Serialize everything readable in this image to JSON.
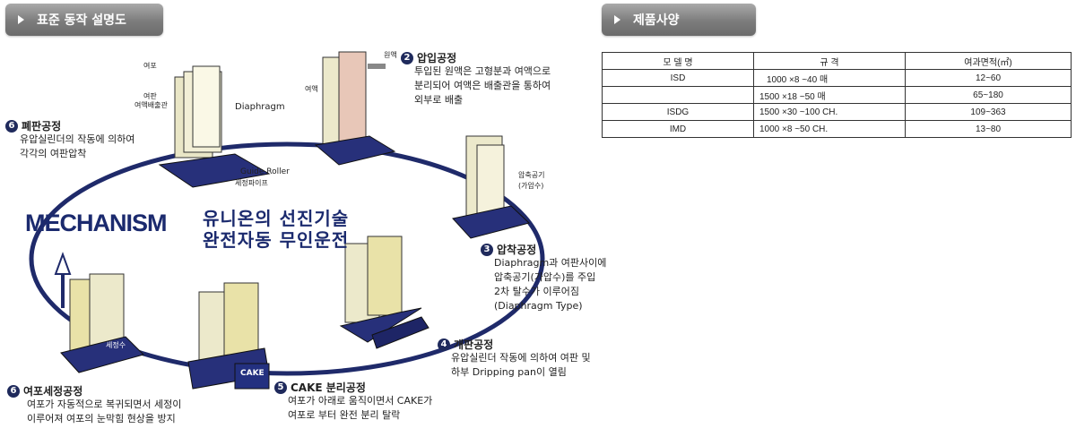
{
  "left_header": {
    "title": "표준 동작 설명도"
  },
  "right_header": {
    "title": "제품사양"
  },
  "mechanism": {
    "title": "MECHANISM",
    "slogan_line1": "유니온의 선진기술",
    "slogan_line2": "완전자동 무인운전"
  },
  "labels": {
    "yeopo": "여포",
    "yeopan": "여판",
    "yeoaekbaechulgwan": "여액배출관",
    "diaphragm": "Diaphragm",
    "guide_roller": "Guide Roller",
    "sejeong_pipe": "세정파이프",
    "wonaek": "원액",
    "yeoaek": "여액",
    "compressed_air_line1": "압축공기",
    "compressed_air_line2": "(가압수)",
    "sejeongsu": "세정수",
    "cake": "CAKE"
  },
  "steps": [
    {
      "num": "2",
      "title": "압입공정",
      "lines": [
        "투입된 원액은 고형분과 여액으로",
        "분리되어 여액은 배출관을 통하여",
        "외부로 배출"
      ]
    },
    {
      "num": "3",
      "title": "압착공정",
      "lines": [
        "Diaphragm과 여판사이에",
        "압축공기(가압수)를 주입",
        "2차 탈수가 이루어짐",
        "(Diaphragm Type)"
      ]
    },
    {
      "num": "4",
      "title": "개판공정",
      "lines": [
        "유압실린더 작동에 의하여 여판 및",
        "하부 Dripping pan이 열림"
      ]
    },
    {
      "num": "5",
      "title": "CAKE 분리공정",
      "lines": [
        "여포가 아래로 움직이면서 CAKE가",
        "여포로 부터 완전 분리 탈락"
      ]
    },
    {
      "num": "6",
      "title": "여포세정공정",
      "lines": [
        "여포가 자동적으로 복귀되면서 세정이",
        "이루어져 여포의 눈막힘 현상을 방지"
      ]
    },
    {
      "num": "6",
      "title": "폐판공정",
      "lines": [
        "유압실린더의 작동에 의하여",
        "각각의 여판압착"
      ]
    }
  ],
  "spec_table": {
    "headers": [
      "모 델 명",
      "규       격",
      "여과면적(㎡)"
    ],
    "rows": [
      [
        "ISD",
        "1000 ×8 ~40 매",
        "12~60"
      ],
      [
        "",
        "1500 ×18 ~50 매",
        "65~180"
      ],
      [
        "ISDG",
        "1500 ×30 ~100 CH.",
        "109~363"
      ],
      [
        "IMD",
        "1000 ×8 ~50 CH.",
        "13~80"
      ]
    ]
  }
}
